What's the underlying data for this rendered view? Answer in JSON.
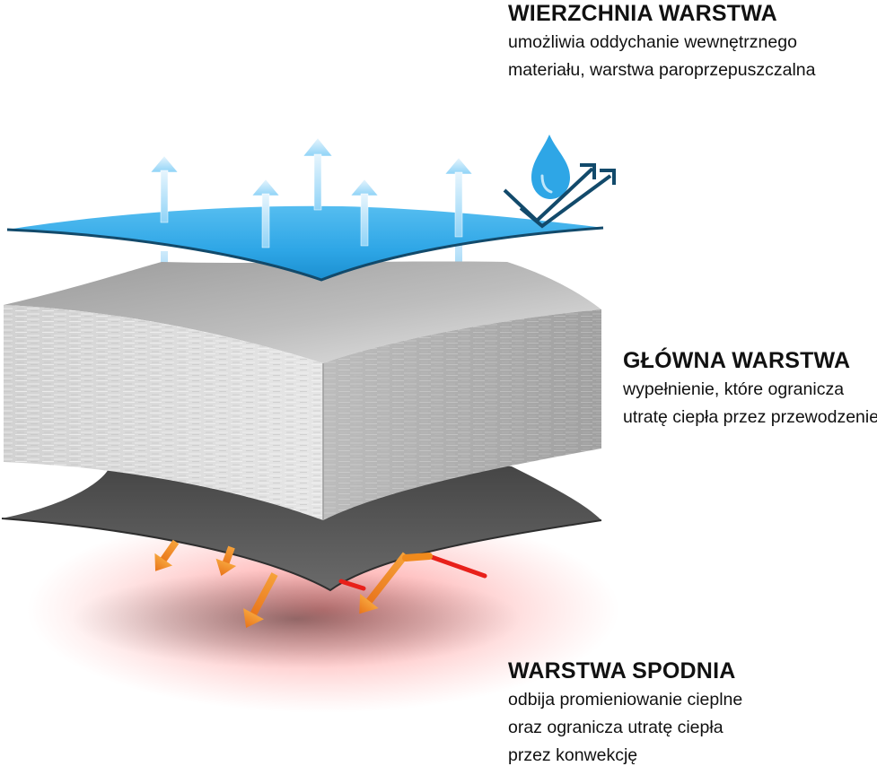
{
  "layers": {
    "top": {
      "title": "WIERZCHNIA WARSTWA",
      "lines": [
        "umożliwia oddychanie wewnętrznego",
        "materiału, warstwa paroprzepuszczalna"
      ]
    },
    "middle": {
      "title": "GŁÓWNA WARSTWA",
      "lines": [
        "wypełnienie, które ogranicza",
        "utratę ciepła przez przewodzenie"
      ]
    },
    "bottom": {
      "title": "WARSTWA SPODNIA",
      "lines": [
        "odbija promieniowanie cieplne",
        "oraz ogranicza utratę ciepła",
        "przez konwekcję"
      ]
    }
  },
  "icons": {
    "water_drop": "water-drop-icon",
    "repel_arrows": "water-repel-arrows-icon",
    "vapor_arrows": "vapor-arrow-icon",
    "heat_arrows": "heat-reflect-arrow-icon"
  },
  "colors": {
    "top_layer": "#2ea6e6",
    "top_layer_edge": "#124a6b",
    "vapor_arrow": "#c9e9fb",
    "middle_layer": "#d6d6d6",
    "middle_layer_side": "#a9a9a9",
    "bottom_layer": "#575757",
    "heat_glow": "#ff5a5a",
    "heat_arrow": "#f08a1c",
    "heat_line": "#e8201a",
    "text": "#111111"
  }
}
